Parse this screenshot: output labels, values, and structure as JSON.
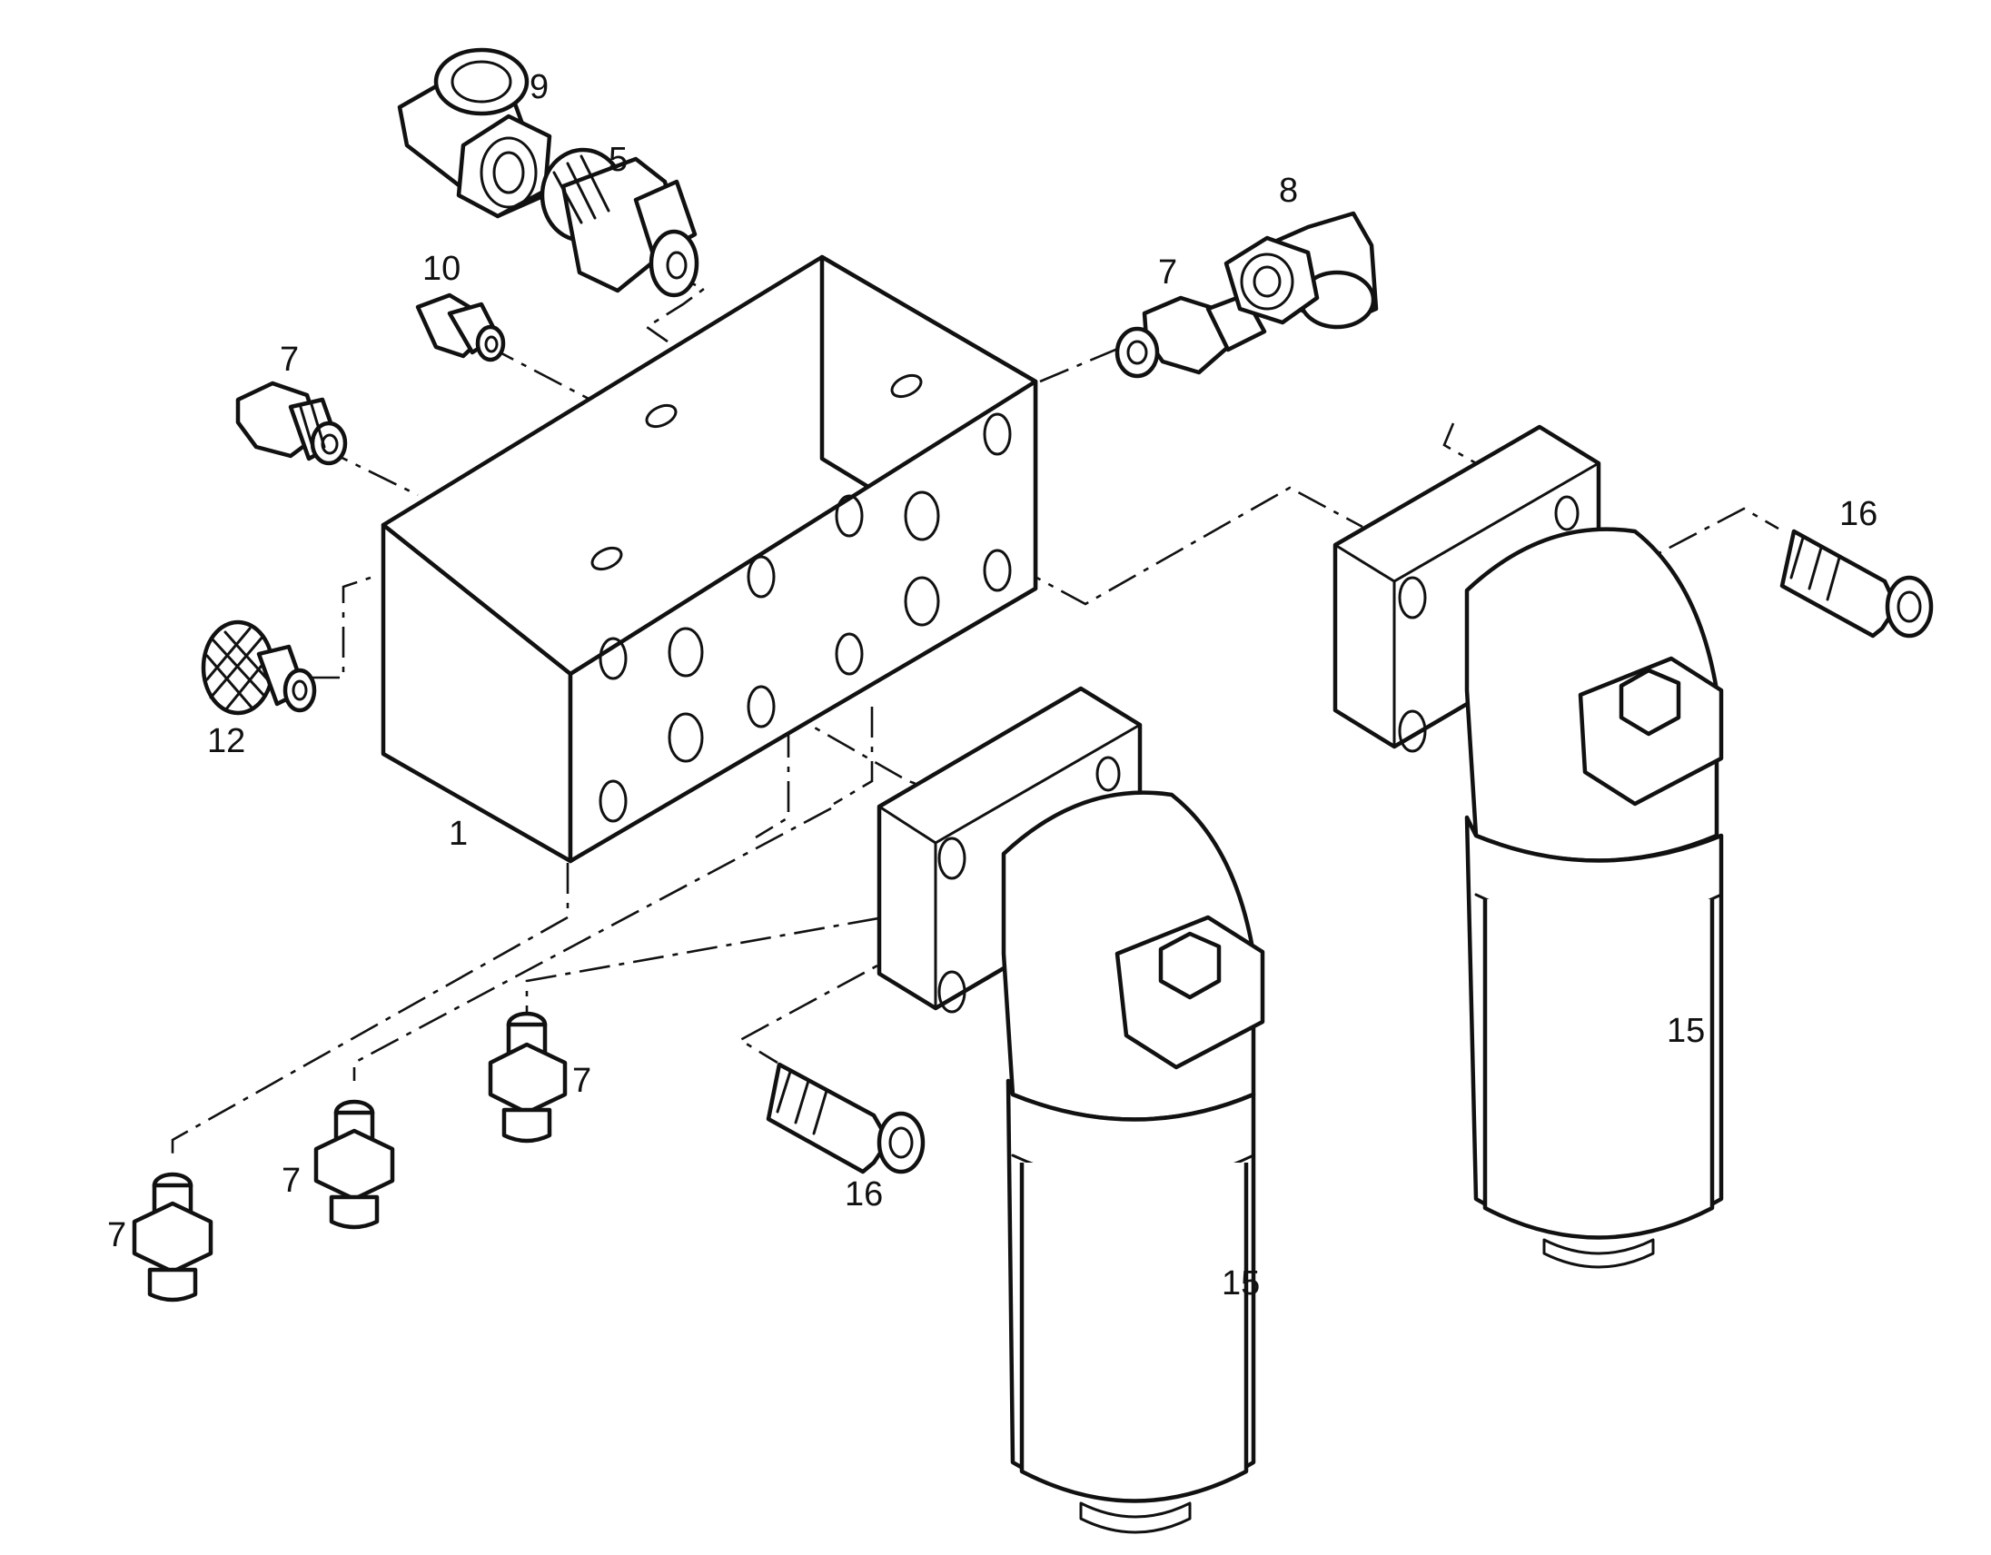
{
  "callouts": {
    "c9": "9",
    "c5": "5",
    "c8": "8",
    "c10": "10",
    "c7_top_right": "7",
    "c7_left_upper": "7",
    "c16_right": "16",
    "c12": "12",
    "c1": "1",
    "c15_right": "15",
    "c7_center_bottom": "7",
    "c16_center": "16",
    "c7_mid_bottom": "7",
    "c7_far_left": "7",
    "c15_center": "15"
  },
  "colors": {
    "line": "#111111",
    "background": "#ffffff"
  }
}
